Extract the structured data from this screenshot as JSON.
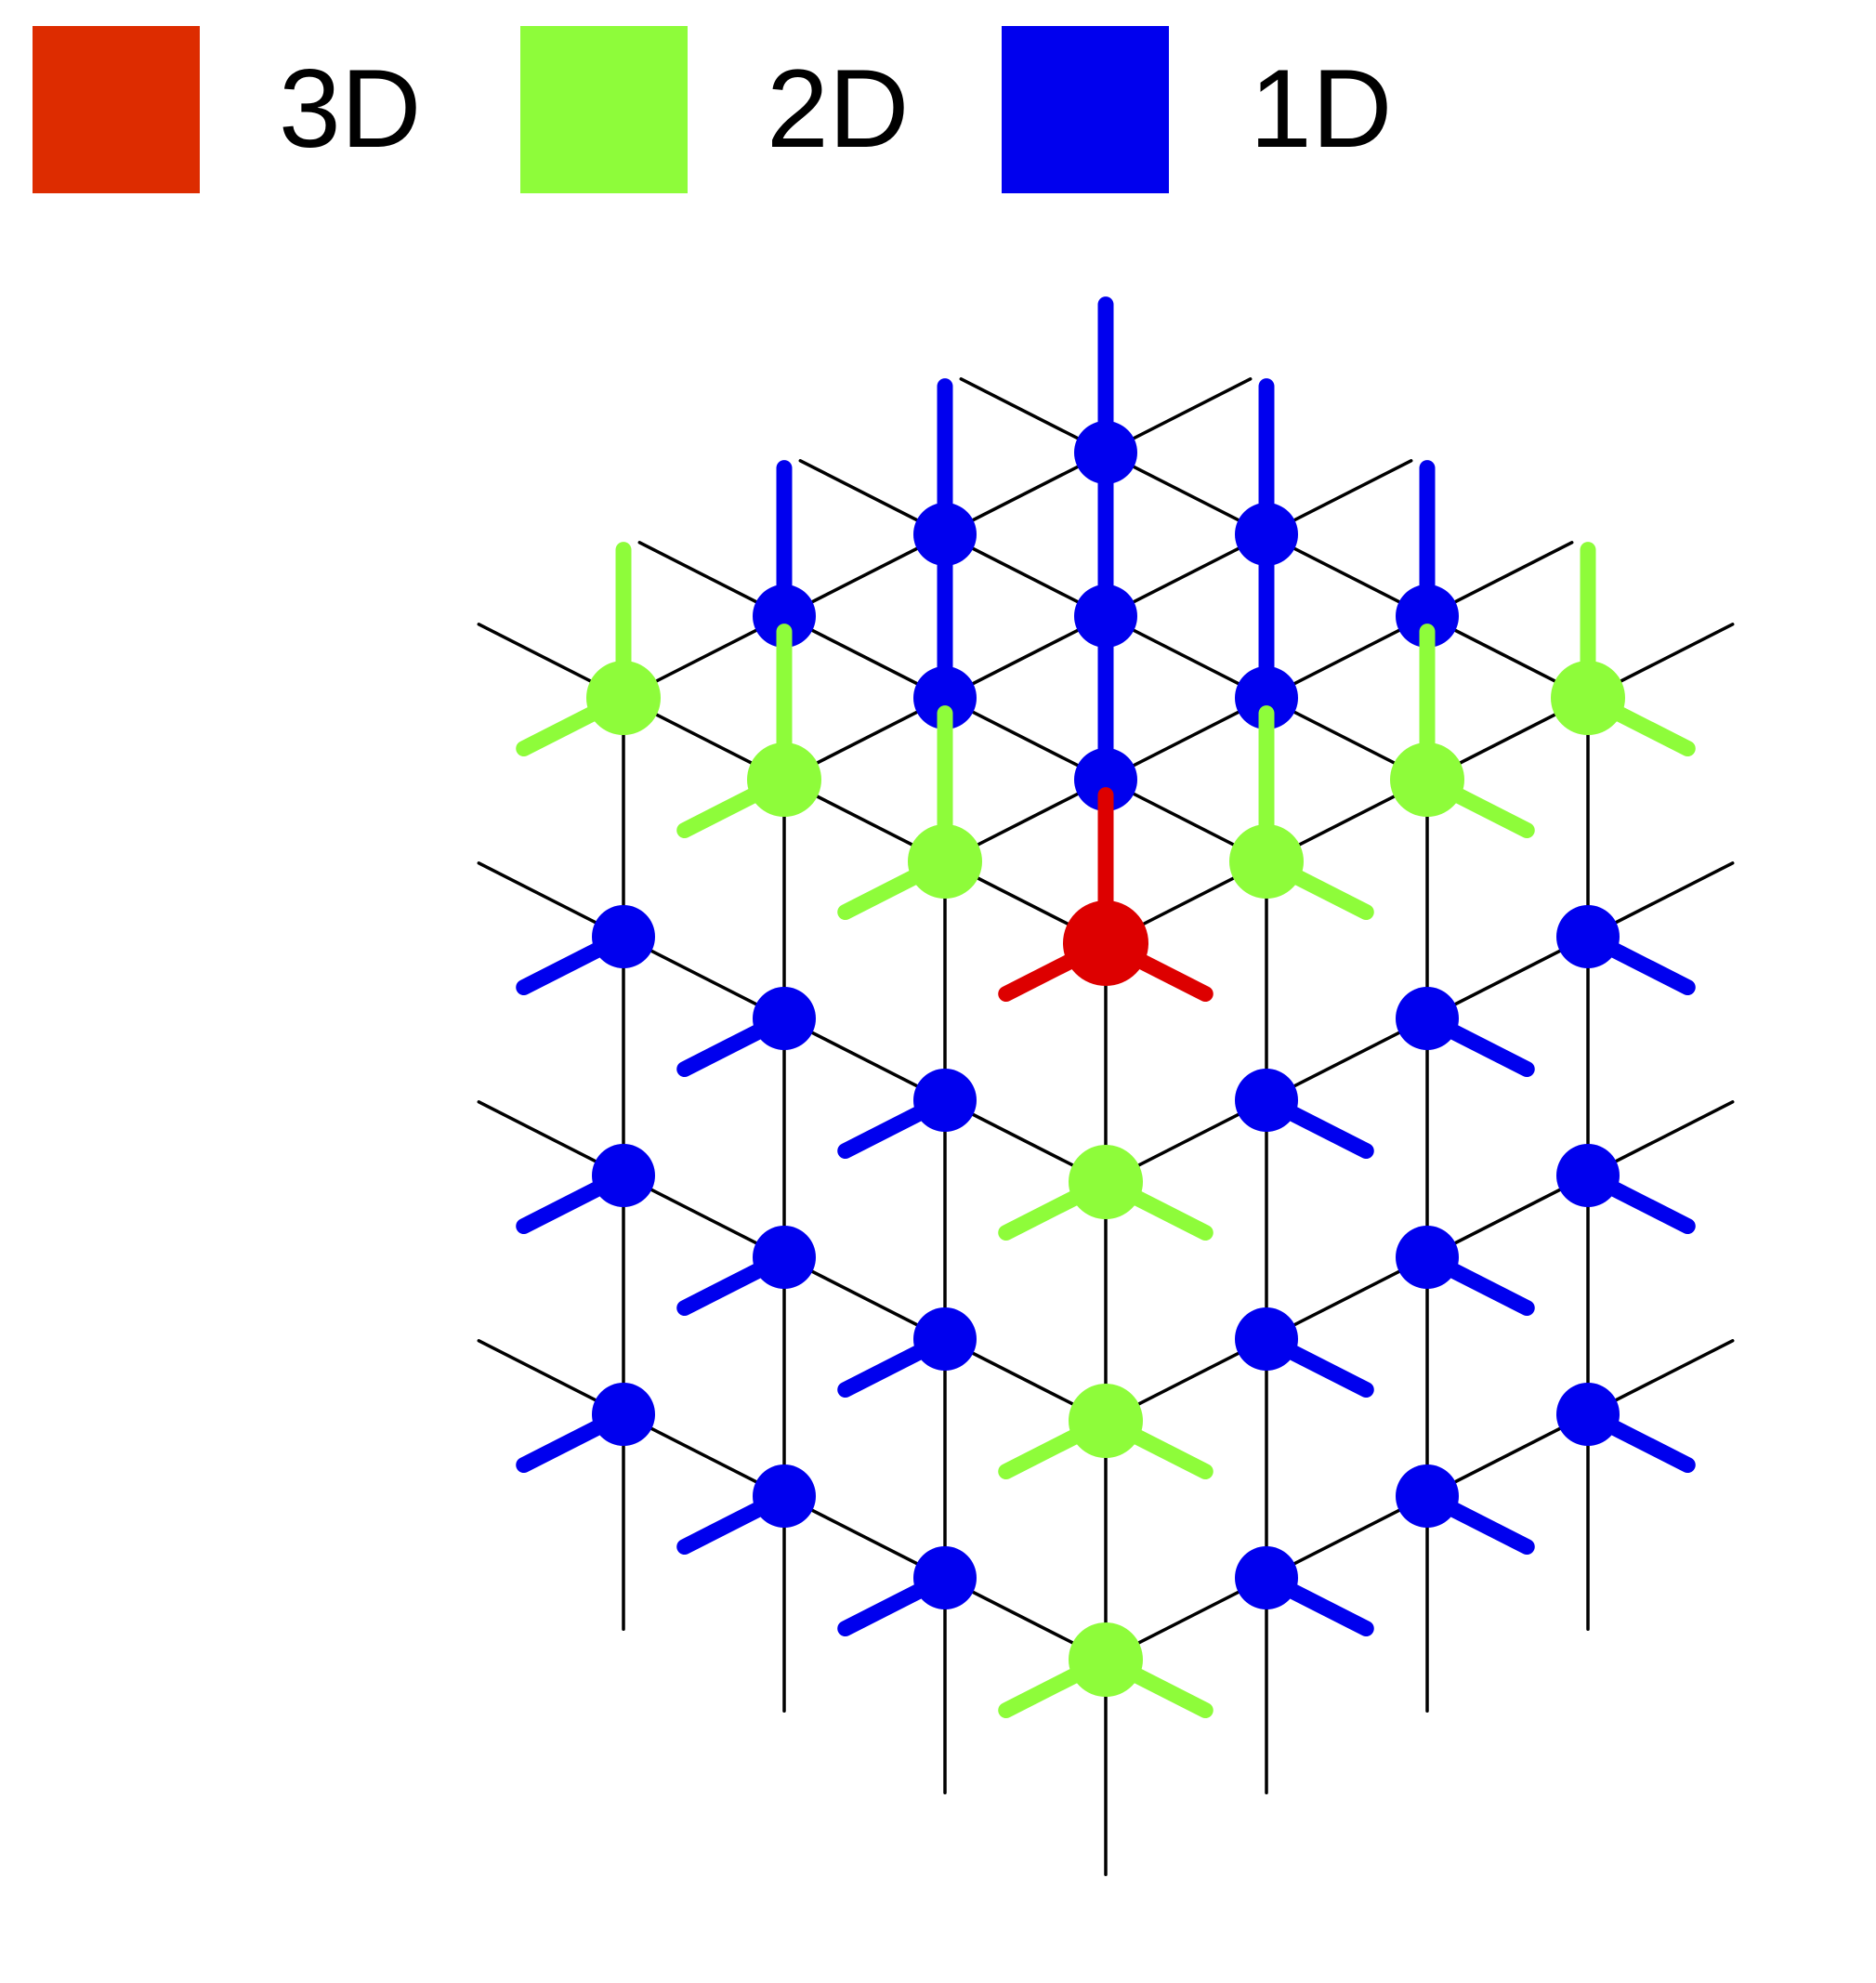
{
  "legend": {
    "items": [
      {
        "label": "3D",
        "color": "#dd2c00"
      },
      {
        "label": "2D",
        "color": "#8efc3a"
      },
      {
        "label": "1D",
        "color": "#0000ee"
      }
    ]
  },
  "diagram": {
    "grid_color": "#000000",
    "node_colors": {
      "corner_3d": "#dd0000",
      "edge_2d": "#8efc3a",
      "face_1d": "#0000ee"
    }
  }
}
